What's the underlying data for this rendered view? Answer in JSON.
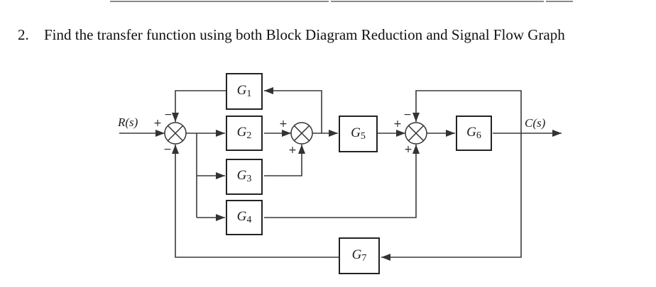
{
  "header": {
    "number": "2.",
    "title": "Find the transfer function using both Block Diagram Reduction and Signal Flow Graph"
  },
  "diagram": {
    "input_label": "R(s)",
    "output_label": "C(s)",
    "blocks": [
      {
        "name": "G",
        "sub": "1"
      },
      {
        "name": "G",
        "sub": "2"
      },
      {
        "name": "G",
        "sub": "3"
      },
      {
        "name": "G",
        "sub": "4"
      },
      {
        "name": "G",
        "sub": "5"
      },
      {
        "name": "G",
        "sub": "6"
      },
      {
        "name": "G",
        "sub": "7"
      }
    ],
    "junctions": [
      {
        "left": "+",
        "top": "−",
        "bottom": "−"
      },
      {
        "left": "+",
        "bottom": "+"
      },
      {
        "left": "+",
        "top": "−",
        "bottom": "+"
      }
    ]
  }
}
